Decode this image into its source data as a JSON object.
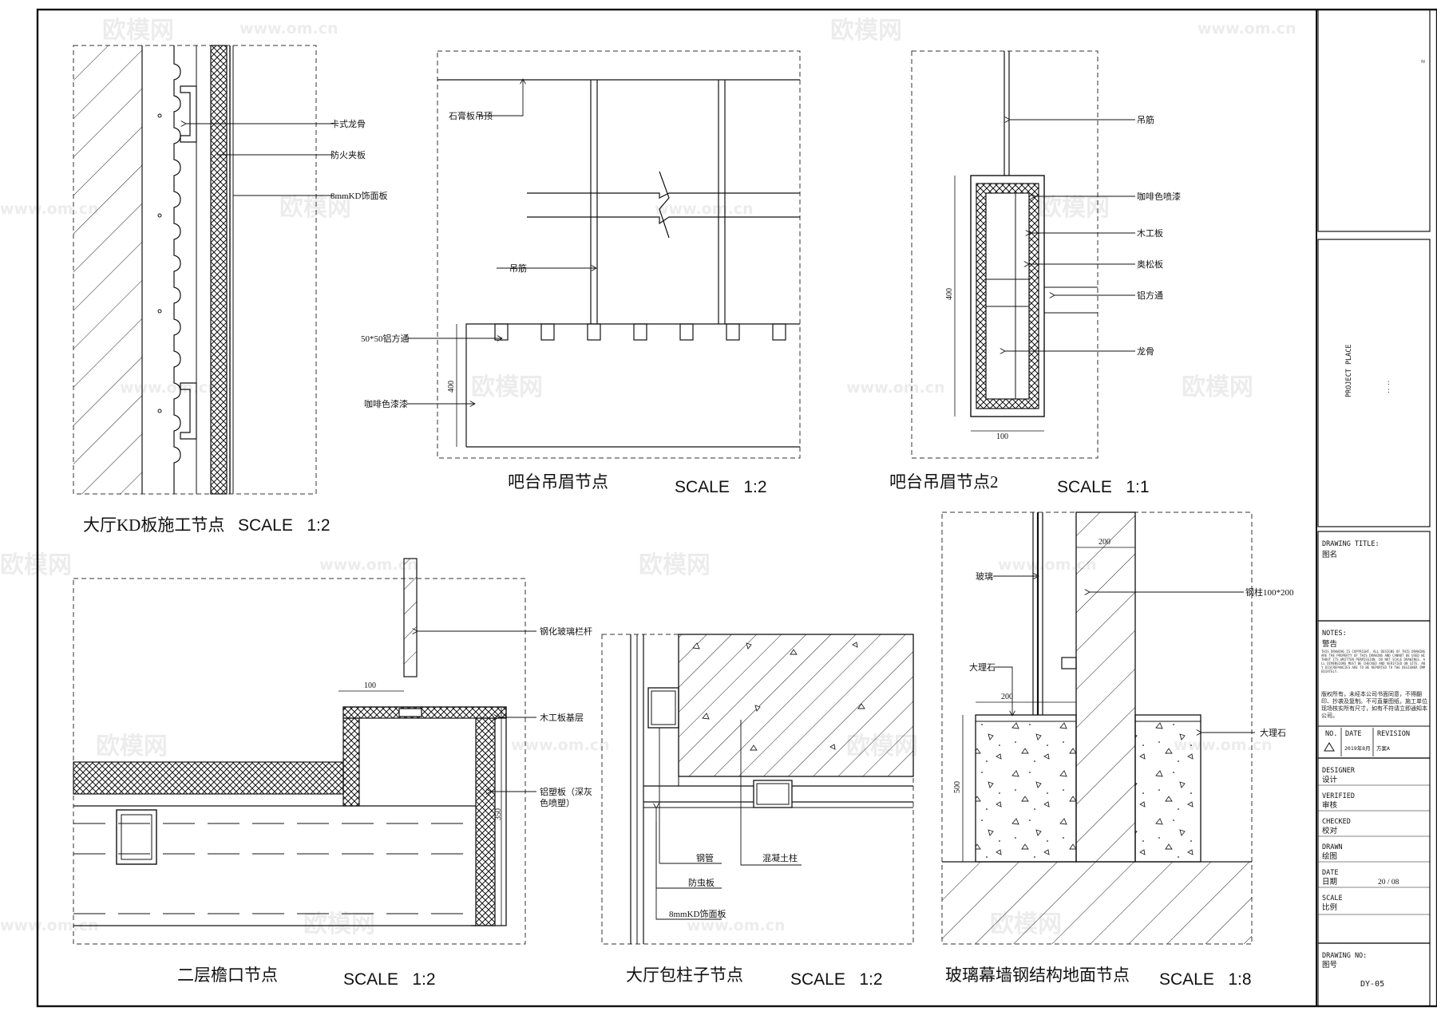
{
  "watermark": {
    "brand": "欧模网",
    "url": "www.om.cn"
  },
  "details": {
    "kd_panel": {
      "title": "大厅KD板施工节点",
      "scale": "SCALE   1:2",
      "labels": [
        "卡式龙骨",
        "防火夹板",
        "8mmKD饰面板"
      ]
    },
    "bar_ceiling": {
      "title": "吧台吊眉节点",
      "scale": "SCALE   1:2",
      "labels": [
        "石膏板吊顶",
        "吊筋",
        "50*50铝方通",
        "咖啡色漆漆"
      ],
      "dims": [
        "400"
      ]
    },
    "bar_ceiling_2": {
      "title": "吧台吊眉节点2",
      "scale": "SCALE   1:1",
      "labels": [
        "吊筋",
        "咖啡色喷漆",
        "木工板",
        "奥松板",
        "铝方通",
        "龙骨"
      ],
      "dims": [
        "400",
        "100"
      ]
    },
    "eave": {
      "title": "二层檐口节点",
      "scale": "SCALE   1:2",
      "labels": [
        "钢化玻璃栏杆",
        "木工板基层",
        "铝塑板（深灰",
        "色喷塑）"
      ],
      "dims": [
        "100",
        "350"
      ]
    },
    "column": {
      "title": "大厅包柱子节点",
      "scale": "SCALE   1:2",
      "labels": [
        "钢管",
        "混凝土柱",
        "防虫板",
        "8mmKD饰面板"
      ]
    },
    "curtain_wall": {
      "title": "玻璃幕墙钢结构地面节点",
      "scale": "SCALE   1:8",
      "labels": [
        "玻璃",
        "钢柱100*200",
        "大理石",
        "大理石"
      ],
      "dims": [
        "200",
        "200",
        "500"
      ]
    }
  },
  "title_block": {
    "project_place": "PROJECT\nPLACE",
    "colon_marks": ":",
    "drawing_title_en": "DRAWING TITLE:",
    "drawing_title_cn": "图名",
    "notes_en": "NOTES:",
    "notes_cn": "警告",
    "notes_small": "THIS DRAWING IS COPYRIGHT. ALL DESIGNS OF THIS DRAWING ARE THE PROPERTY OF THIS DRAWING AND CANNOT BE USED WITHOUT ITS WRITTEN PERMISSION. DO NOT SCALE DRAWINGS. ALL DIMENSIONS MUST BE CHECKED AND VERIFIED ON SITE. ANY DISCREPANCIES ARE TO BE REPORTED TO THE DESIGNER IMMEDIATELY.",
    "notes_cn_body": "版权所有，未经本公司书面同意，不得翻印、抄袭及复制。不可直量图纸，施工单位现场核实所有尺寸，如有不符请立即通知本公司。",
    "rev_headers": [
      "NO.",
      "DATE",
      "REVISION"
    ],
    "rev_row": [
      "2019年8月",
      "方案A"
    ],
    "fields": [
      {
        "en": "DESIGNER",
        "cn": "设计"
      },
      {
        "en": "VERIFIED",
        "cn": "审核"
      },
      {
        "en": "CHECKED",
        "cn": "校对"
      },
      {
        "en": "DRAWN",
        "cn": "绘图"
      },
      {
        "en": "DATE",
        "cn": "日期"
      },
      {
        "en": "SCALE",
        "cn": "比例"
      }
    ],
    "date_value": "20 / 08",
    "drawing_no_label": "DRAWING NO:",
    "drawing_no_cn": "图号",
    "drawing_no": "DY-05",
    "top_mark": "≈"
  }
}
